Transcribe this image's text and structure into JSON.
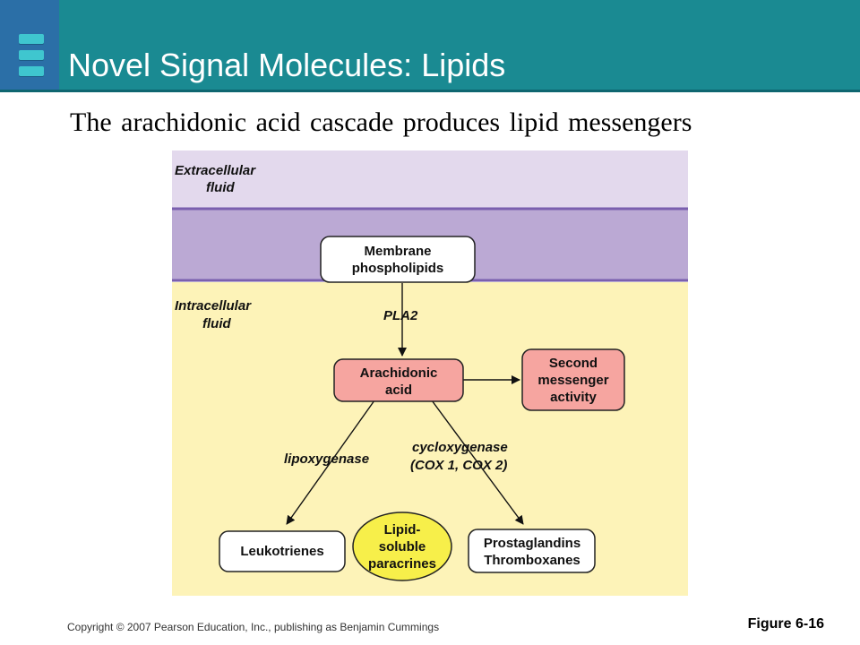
{
  "header": {
    "title": "Novel Signal Molecules: Lipids",
    "icon": "stack-icon",
    "color": "#1a8a92"
  },
  "subtitle": "The arachidonic acid cascade produces lipid messengers",
  "diagram": {
    "regions": {
      "extracellular": [
        "Extracellular",
        "fluid"
      ],
      "intracellular": [
        "Intracellular",
        "fluid"
      ]
    },
    "nodes": {
      "membrane": [
        "Membrane",
        "phospholipids"
      ],
      "arachidonic": [
        "Arachidonic",
        "acid"
      ],
      "second_messenger": [
        "Second",
        "messenger",
        "activity"
      ],
      "leukotrienes": [
        "Leukotrienes"
      ],
      "paracrines": [
        "Lipid-",
        "soluble",
        "paracrines"
      ],
      "prostaglandins": [
        "Prostaglandins",
        "Thromboxanes"
      ]
    },
    "enzymes": {
      "pla2": "PLA2",
      "lipoxygenase": "lipoxygenase",
      "cyclooxygenase": [
        "cycloxygenase",
        "(COX 1, COX 2)"
      ]
    },
    "colors": {
      "extracellular": "#e3d9ed",
      "membrane": "#bba9d4",
      "intracellular": "#fdf3b8",
      "acid_box": "#f6a5a0",
      "paracrine": "#f7ef4a"
    }
  },
  "footer": {
    "copyright": "Copyright © 2007 Pearson Education, Inc., publishing as Benjamin Cummings",
    "figure": "Figure 6-16"
  }
}
